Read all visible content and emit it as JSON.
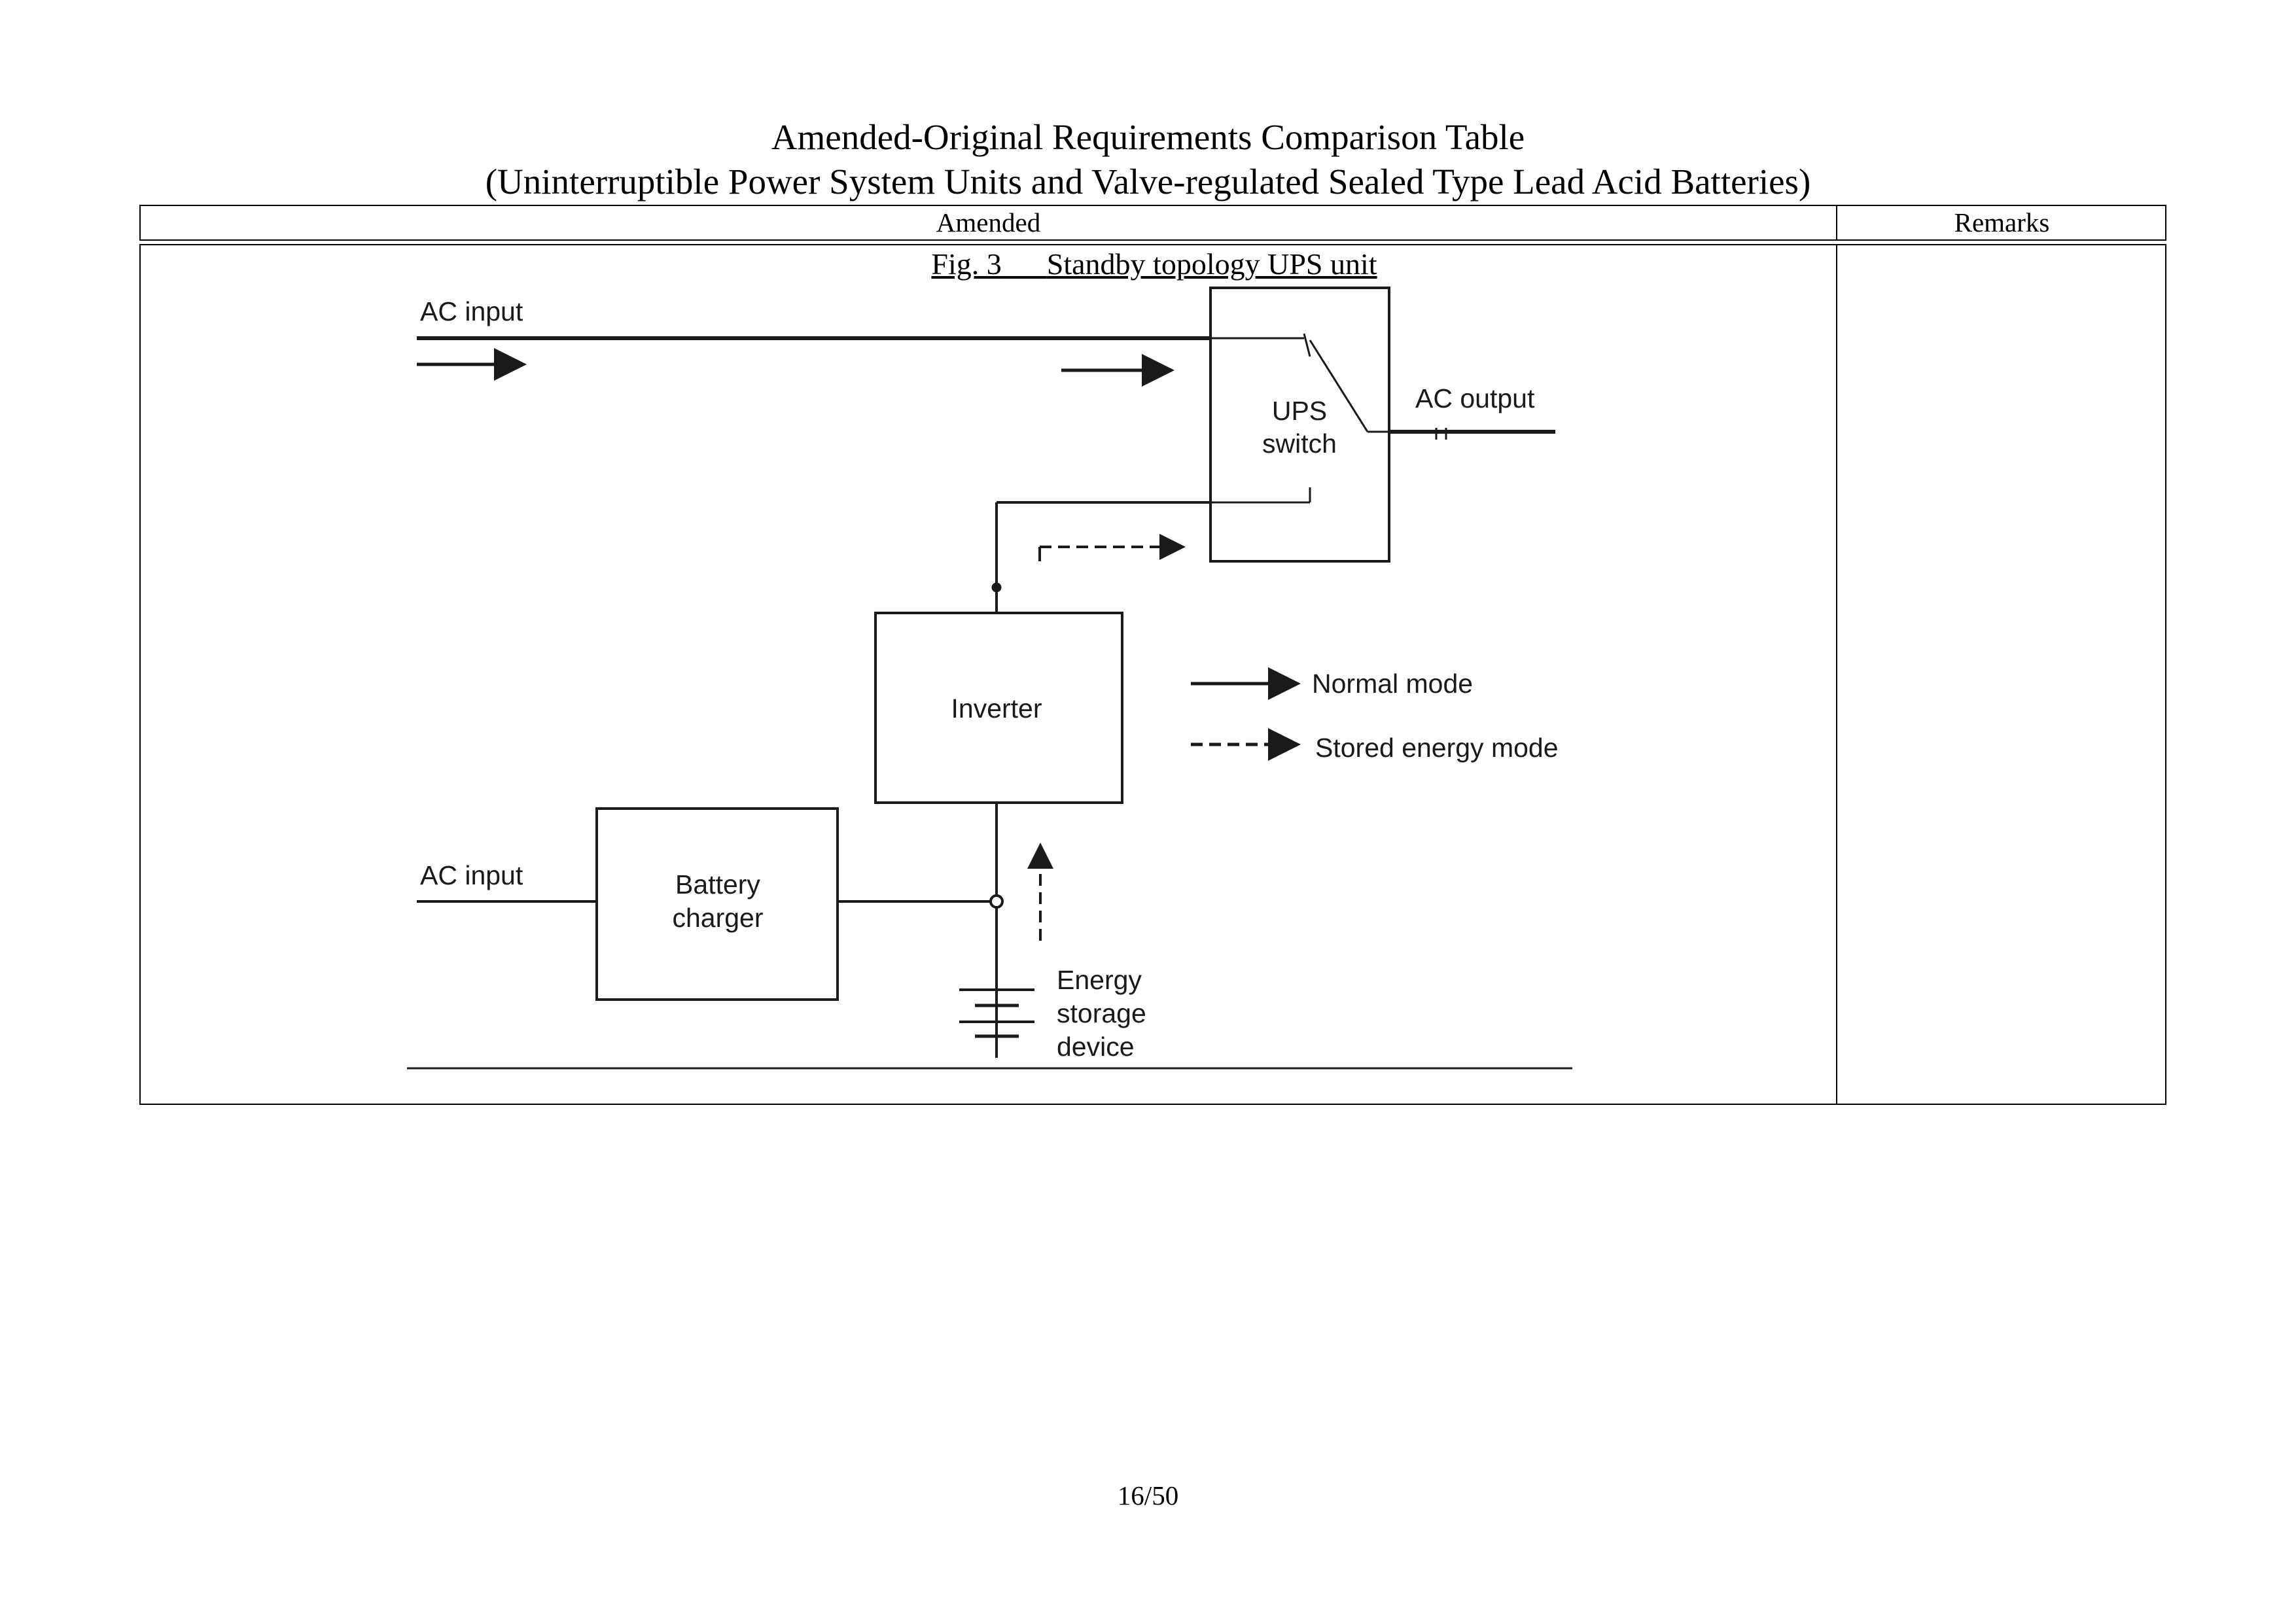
{
  "document": {
    "title": "Amended-Original Requirements Comparison Table",
    "subtitle": "(Uninterruptible Power System Units and Valve-regulated Sealed Type Lead Acid Batteries)"
  },
  "table": {
    "headers": {
      "amended": "Amended",
      "remarks": "Remarks"
    },
    "figure": {
      "number": "Fig. 3",
      "caption": "Standby topology UPS unit",
      "labels": {
        "ac_input_top": "AC input",
        "ac_input_bottom": "AC input",
        "ups_switch_line1": "UPS",
        "ups_switch_line2": "switch",
        "ac_output": "AC output",
        "inverter": "Inverter",
        "battery_charger_line1": "Battery",
        "battery_charger_line2": "charger",
        "energy_storage_line1": "Energy",
        "energy_storage_line2": "storage",
        "energy_storage_line3": "device",
        "legend_normal": "Normal mode",
        "legend_stored": "Stored energy mode"
      }
    }
  },
  "footer": {
    "page_number": "16/50"
  }
}
